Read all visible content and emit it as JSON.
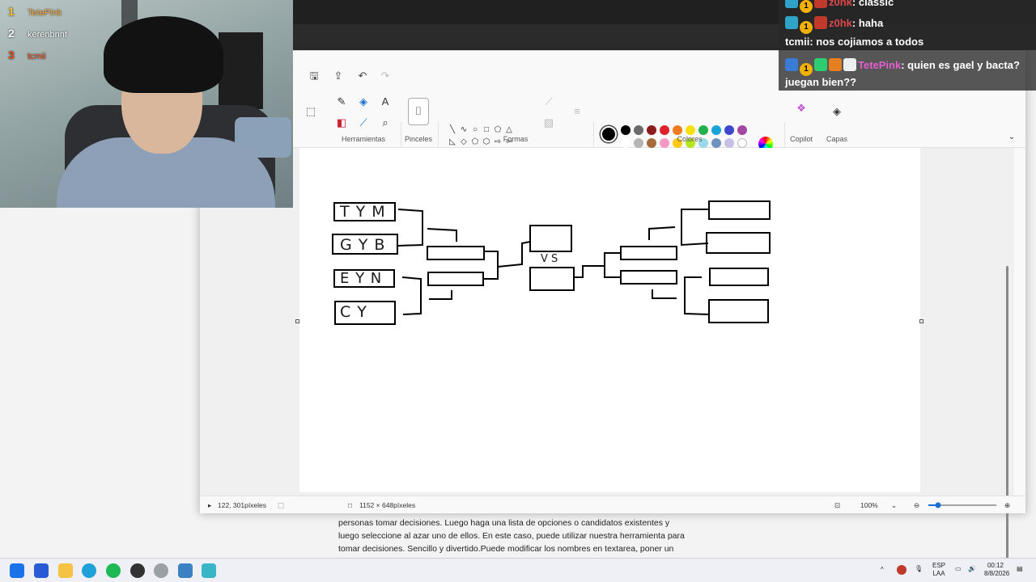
{
  "stream": {
    "leaderboard": [
      {
        "rank": "1",
        "name": "TetePink",
        "color": "#f4a640"
      },
      {
        "rank": "2",
        "name": "kerenbnnt",
        "color": "#ffffff"
      },
      {
        "rank": "3",
        "name": "tcmii",
        "color": "#e05020"
      }
    ],
    "chat": [
      {
        "user": "z0hk",
        "user_color": "#e0464c",
        "text": "classic"
      },
      {
        "user": "z0hk",
        "user_color": "#e0464c",
        "text": "haha"
      },
      {
        "user": "tcmii",
        "user_color": "#ffffff",
        "text": "nos cojiamos a todos"
      },
      {
        "user": "TetePink",
        "user_color": "#e65fcf",
        "text": "quien es gael y bacta? juegan bien??"
      }
    ]
  },
  "paint": {
    "groups": {
      "tools": "Herramientas",
      "brushes": "Pinceles",
      "shapes": "Formas",
      "colors": "Colores",
      "copilot": "Copilot",
      "layers": "Capas"
    },
    "palette": [
      "#000000",
      "#6b6b6b",
      "#8a1c1c",
      "#e0202a",
      "#f07a20",
      "#f5e10f",
      "#22b14c",
      "#1aa3d8",
      "#3f48cc",
      "#a349a4",
      "#ffffff",
      "#b4b4b4",
      "#a66a3c",
      "#f49ac2",
      "#ffc90e",
      "#b5e61d",
      "#99d9ea",
      "#7092be",
      "#c8bfe7",
      ""
    ],
    "status": {
      "cursor": "122, 301píxeles",
      "canvas_size": "1152 × 648píxeles",
      "zoom": "100%"
    },
    "drawing": {
      "teams": [
        "T Y M",
        "G Y B",
        "E Y N",
        "C Y"
      ],
      "center": "V S"
    }
  },
  "article": {
    "lines": [
      "personas tomar decisiones. Luego haga una lista de opciones o candidatos existentes y",
      "luego seleccione al azar uno de ellos. En este caso, puede utilizar nuestra herramienta para",
      "tomar decisiones. Sencillo y divertido.Puede modificar los nombres en textarea, poner un"
    ]
  },
  "taskbar": {
    "lang": "ESP",
    "lang2": "LAA",
    "time": "00:12",
    "date": "8/8/2026"
  }
}
